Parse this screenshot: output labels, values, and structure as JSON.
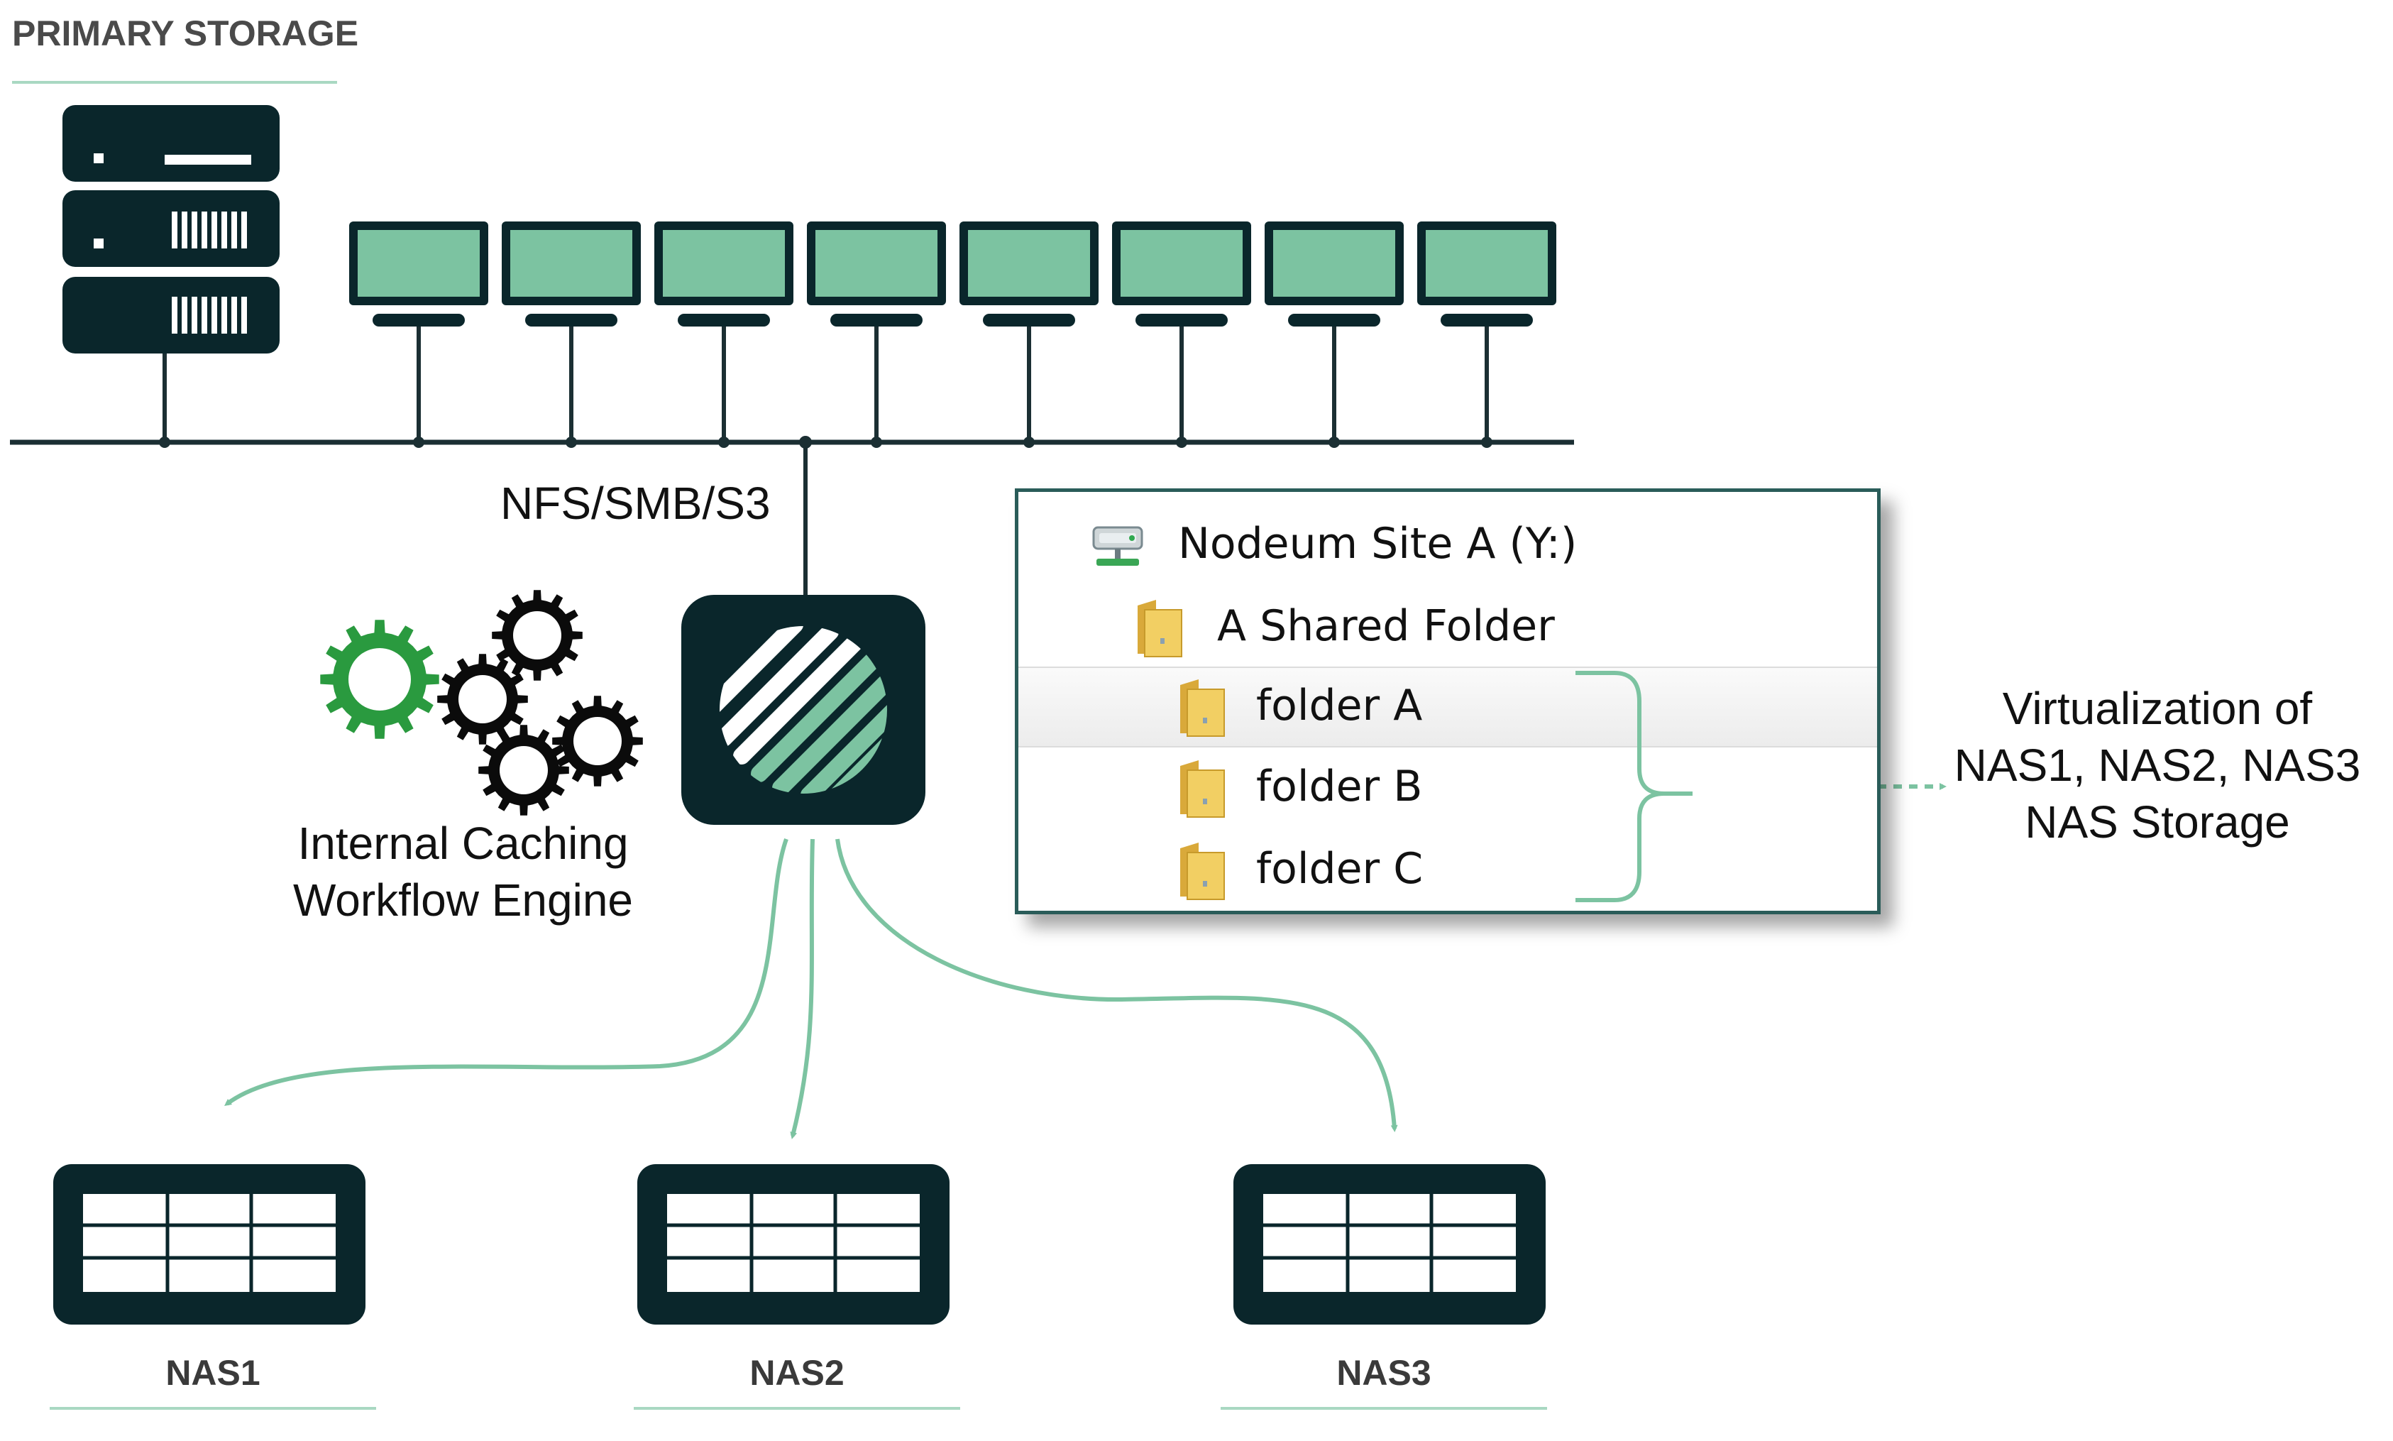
{
  "diagram": {
    "section_title": "PRIMARY STORAGE",
    "protocol_label": "NFS/SMB/S3",
    "engine_label_line1": "Internal Caching",
    "engine_label_line2": "Workflow Engine",
    "virtualization_line1": "Virtualization of",
    "virtualization_line2": "NAS1, NAS2, NAS3",
    "virtualization_line3": "NAS Storage",
    "nas": [
      {
        "label": "NAS1"
      },
      {
        "label": "NAS2"
      },
      {
        "label": "NAS3"
      }
    ],
    "workstation_count": 8
  },
  "explorer": {
    "drive_label": "Nodeum Site A (Y:)",
    "shared_folder_label": "A Shared Folder",
    "folders": [
      {
        "label": "folder A",
        "selected": true
      },
      {
        "label": "folder B",
        "selected": false
      },
      {
        "label": "folder C",
        "selected": false
      }
    ]
  },
  "colors": {
    "dark": "#0a262b",
    "green": "#7cc3a1",
    "green_dark": "#2a9a3f",
    "line": "#1b2f33",
    "frame": "#2a5c59"
  },
  "icons": [
    "server-rack-icon",
    "monitor-icon",
    "gear-icon",
    "nodeum-logo-icon",
    "nas-device-icon",
    "network-drive-icon",
    "folder-icon"
  ]
}
